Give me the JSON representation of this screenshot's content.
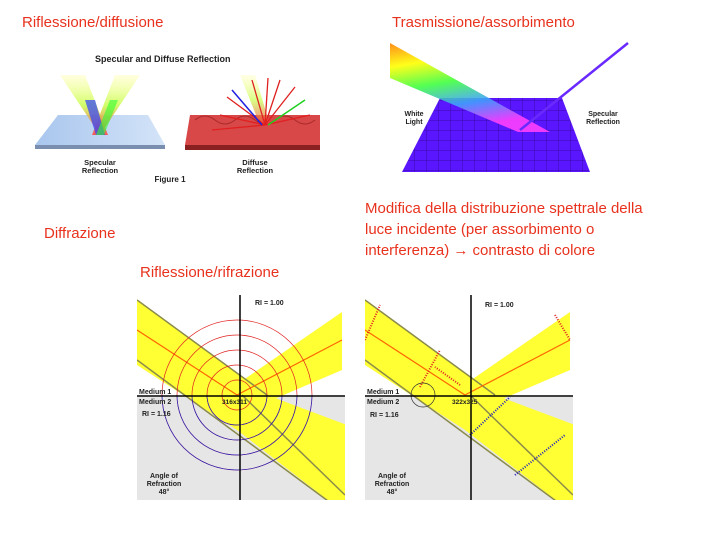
{
  "headings": {
    "reflection_diffusion": "Riflessione/diffusione",
    "transmission_absorption": "Trasmissione/assorbimento",
    "diffraction": "Diffrazione",
    "reflection_refraction": "Riflessione/rifrazione"
  },
  "description": {
    "line1": "Modifica della distribuzione spettrale della",
    "line2": "luce incidente (per assorbimento o",
    "line3": "interferenza) → contrasto di colore"
  },
  "figure_reflection": {
    "title": "Specular and Diffuse Reflection",
    "left_label_1": "Specular",
    "left_label_2": "Reflection",
    "right_label_1": "Diffuse",
    "right_label_2": "Reflection",
    "caption": "Figure 1"
  },
  "figure_transmission": {
    "left_label_1": "White",
    "left_label_2": "Light",
    "right_label_1": "Specular",
    "right_label_2": "Reflection"
  },
  "figure_refraction_a": {
    "ri_top": "RI = 1.00",
    "medium1": "Medium 1",
    "medium2": "Medium 2",
    "ri_bottom": "RI = 1.16",
    "coord": "316x311",
    "angle_1": "Angle of",
    "angle_2": "Refraction",
    "angle_3": "48°"
  },
  "figure_refraction_b": {
    "ri_top": "RI = 1.00",
    "medium1": "Medium 1",
    "medium2": "Medium 2",
    "ri_bottom": "RI = 1.16",
    "coord": "322x325",
    "angle_1": "Angle of",
    "angle_2": "Refraction",
    "angle_3": "48°"
  },
  "colors": {
    "heading_red": "#e8321e",
    "beam_yellow": "#ffff33",
    "medium2_gray": "#e6e6e6",
    "grid_purple": "#5a16ff"
  }
}
